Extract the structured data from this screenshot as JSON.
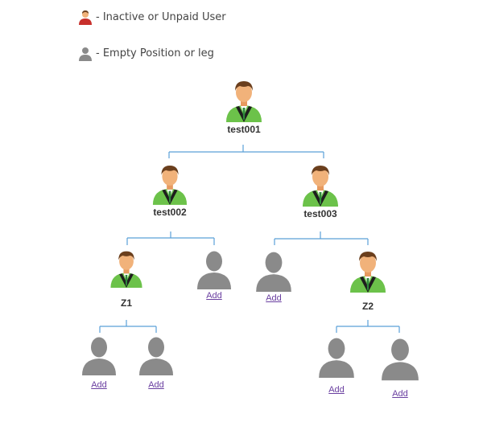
{
  "legend": [
    {
      "icon": "inactive-user-icon",
      "label": "- Inactive or Unpaid User"
    },
    {
      "icon": "empty-position-icon",
      "label": "- Empty Position or leg"
    }
  ],
  "colors": {
    "active_shirt": "#6cc24a",
    "inactive_shirt": "#c8302c",
    "empty": "#8a8a8a",
    "connector": "#5aa0d8",
    "add_link": "#6a3fa0"
  },
  "tree": {
    "root": {
      "name": "test001",
      "status": "active"
    },
    "level1": [
      {
        "name": "test002",
        "status": "active"
      },
      {
        "name": "test003",
        "status": "active"
      }
    ],
    "level2": [
      {
        "name": "Z1",
        "status": "active"
      },
      {
        "label": "Add",
        "status": "empty"
      },
      {
        "label": "Add",
        "status": "empty"
      },
      {
        "name": "Z2",
        "status": "active"
      }
    ],
    "level3": [
      {
        "label": "Add",
        "status": "empty"
      },
      {
        "label": "Add",
        "status": "empty"
      },
      {
        "label": "Add",
        "status": "empty"
      },
      {
        "label": "Add",
        "status": "empty"
      }
    ]
  }
}
